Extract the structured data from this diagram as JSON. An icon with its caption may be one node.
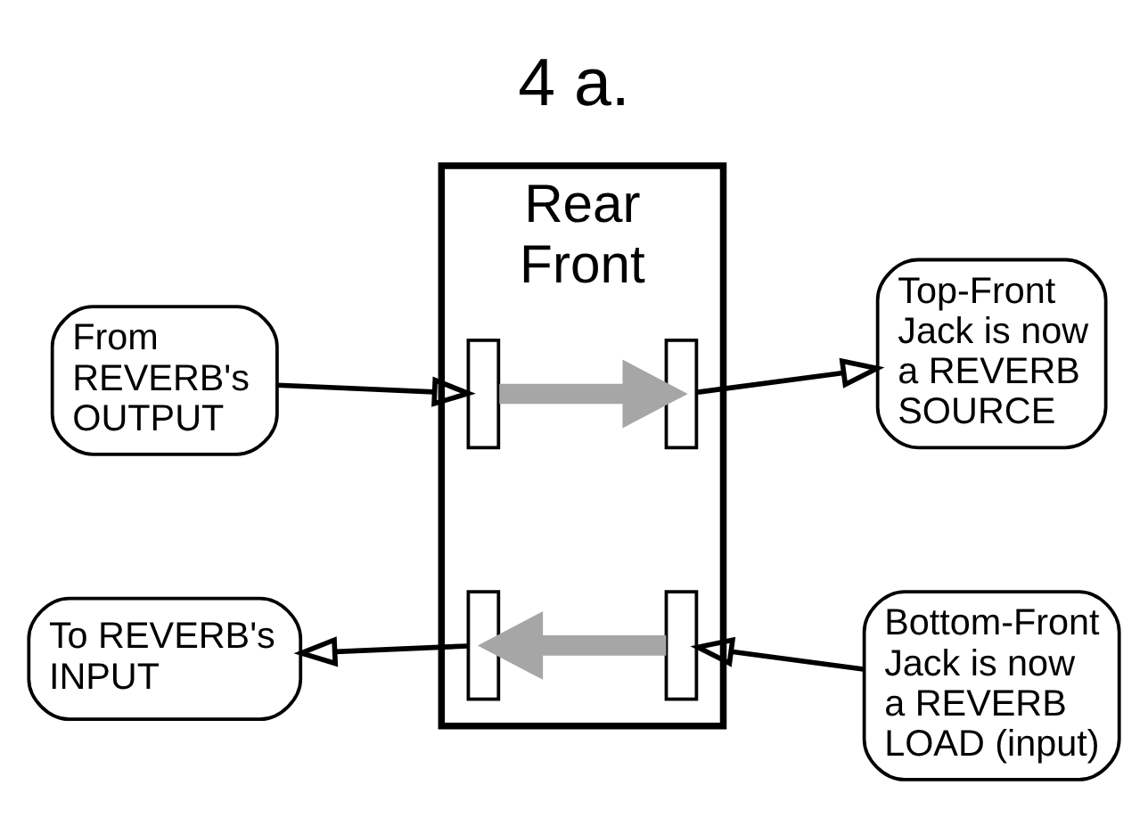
{
  "diagram": {
    "title": "4 a.",
    "nodes": [
      {
        "text": [
          "Rear",
          "Front"
        ]
      },
      {
        "text": [
          "From REVERB's OUTPUT"
        ]
      },
      {
        "text": [],
        "shape": "box",
        "in": 0
      },
      {
        "text": [],
        "shape": "box",
        "in": 0
      },
      {
        "text": [
          "Top-Front Jack is now a REVERB SOURCE"
        ]
      },
      {
        "text": [
          "To REVERB's INPUT"
        ]
      },
      {
        "text": [],
        "shape": "box",
        "in": 0
      },
      {
        "text": [],
        "shape": "box",
        "in": 0
      },
      {
        "text": [
          "Bottom-Front Jack is now a REVERB LOAD (input)"
        ]
      }
    ],
    "edges": [
      {
        "from": 1,
        "to": 2,
        "arrow": "to"
      },
      {
        "from": 2,
        "to": 3,
        "arrow": "to",
        "style": "thick",
        "color": "#a6a6a6"
      },
      {
        "from": 3,
        "to": 4,
        "arrow": "to"
      },
      {
        "from": 8,
        "to": 7,
        "arrow": "to"
      },
      {
        "from": 7,
        "to": 6,
        "arrow": "to",
        "style": "thick",
        "color": "#a6a6a6"
      },
      {
        "from": 6,
        "to": 5,
        "arrow": "to"
      }
    ]
  }
}
